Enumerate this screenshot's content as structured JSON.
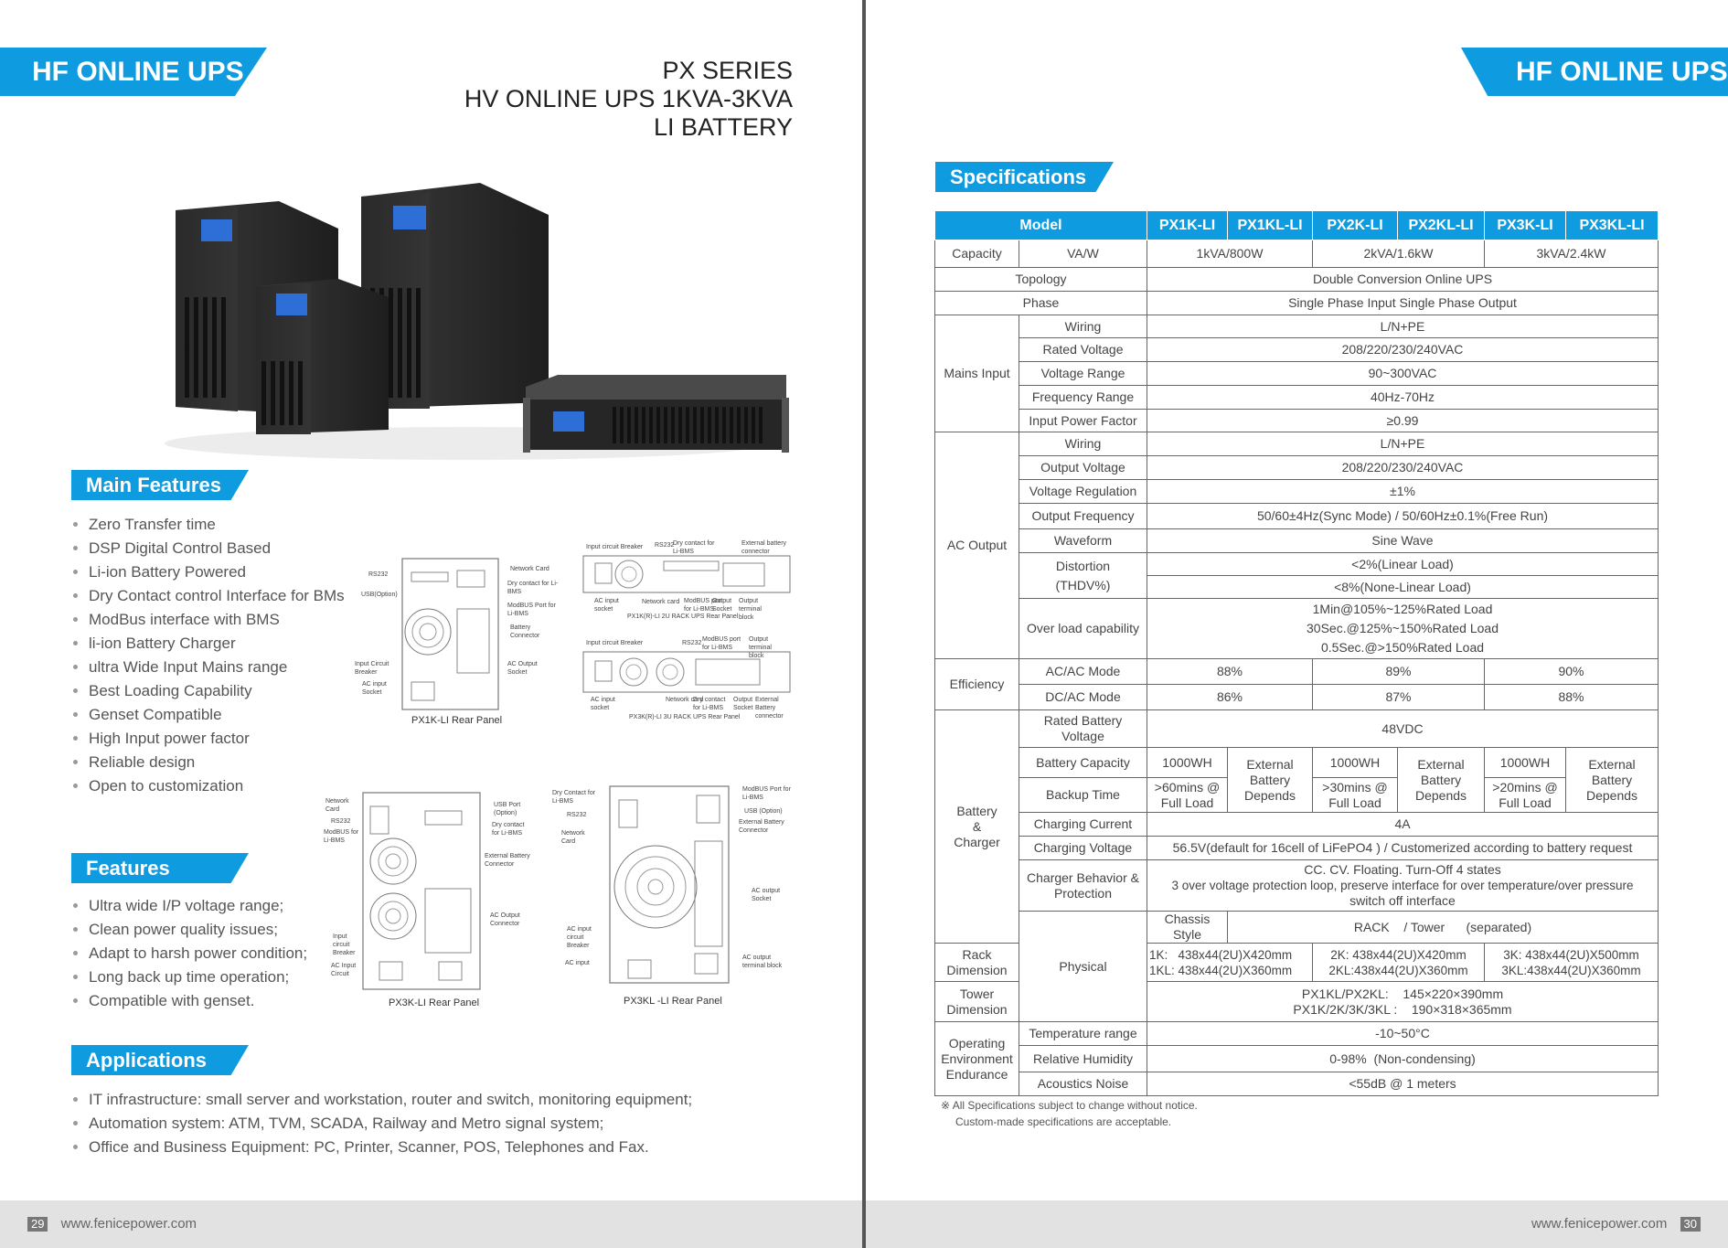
{
  "left": {
    "banner": "HF ONLINE UPS",
    "series_lines": [
      "PX SERIES",
      "HV ONLINE UPS 1KVA-3KVA",
      "LI BATTERY"
    ],
    "main_features": {
      "title": "Main Features",
      "items": [
        "Zero Transfer time",
        "DSP Digital Control Based",
        "Li-ion Battery Powered",
        "Dry Contact control Interface for BMs",
        "ModBus interface with BMS",
        "li-ion Battery Charger",
        "ultra Wide Input Mains range",
        "Best Loading Capability",
        "Genset Compatible",
        "High Input power factor",
        "Reliable design",
        "Open to customization"
      ]
    },
    "features": {
      "title": "Features",
      "items": [
        "Ultra wide I/P voltage range;",
        "Clean power quality issues;",
        "Adapt to harsh power condition;",
        "Long back up time operation;",
        "Compatible with genset."
      ]
    },
    "applications": {
      "title": "Applications",
      "items": [
        "IT infrastructure: small server and workstation, router and switch, monitoring equipment;",
        "Automation system: ATM, TVM, SCADA, Railway and Metro signal system;",
        "Office and Business Equipment: PC, Printer, Scanner, POS, Telephones and Fax."
      ]
    },
    "diagrams": {
      "px1k": {
        "caption": "PX1K-LI Rear Panel",
        "labels": [
          "RS232",
          "USB(Option)",
          "Network Card",
          "Dry contact for Li-BMS",
          "ModBUS Port for Li-BMS",
          "Battery Connector",
          "Input Circuit Breaker",
          "AC Output Socket",
          "AC input Socket"
        ]
      },
      "rack1": {
        "caption": "PX1K(R)-LI 2U RACK UPS Rear Panel",
        "labels": [
          "Input circuit Breaker",
          "RS232",
          "Dry contact for Li-BMS",
          "External battery connector",
          "AC input socket",
          "Network card",
          "ModBUS port for Li-BMS",
          "Output Socket",
          "Output terminal block"
        ]
      },
      "rack2": {
        "caption": "PX3K(R)-LI 3U RACK UPS Rear Panel",
        "labels": [
          "Input circuit Breaker",
          "RS232",
          "ModBUS port for Li-BMS",
          "Output terminal block",
          "AC input socket",
          "Network card",
          "Dry contact for Li-BMS",
          "Output Socket",
          "External Battery connector"
        ]
      },
      "px3k": {
        "caption": "PX3K-LI Rear Panel",
        "labels": [
          "Network Card",
          "RS232",
          "ModBUS for Li-BMS",
          "USB Port (Option)",
          "Dry contact for Li-BMS",
          "External Battery Connector",
          "AC Output Connector",
          "Input circuit Breaker",
          "AC Input Circuit"
        ]
      },
      "px3kl": {
        "caption": "PX3KL -LI Rear Panel",
        "labels": [
          "Dry Contact for Li-BMS",
          "RS232",
          "Network Card",
          "ModBUS Port for Li-BMS",
          "USB (Option)",
          "External Battery Connector",
          "AC output Socket",
          "AC input circuit Breaker",
          "AC input",
          "AC output terminal block"
        ]
      }
    },
    "footer": {
      "page": "29",
      "url": "www.fenicepower.com"
    }
  },
  "right": {
    "banner": "HF ONLINE UPS",
    "spec_title": "Specifications",
    "table": {
      "headers": [
        "Model",
        "PX1K-LI",
        "PX1KL-LI",
        "PX2K-LI",
        "PX2KL-LI",
        "PX3K-LI",
        "PX3KL-LI"
      ],
      "capacity": {
        "label": "Capacity",
        "unit": "VA/W",
        "v1": "1kVA/800W",
        "v2": "2kVA/1.6kW",
        "v3": "3kVA/2.4kW"
      },
      "topology": {
        "label": "Topology",
        "value": "Double Conversion Online UPS"
      },
      "phase": {
        "label": "Phase",
        "value": "Single Phase Input Single Phase Output"
      },
      "mains": {
        "group": "Mains Input",
        "wiring": "Wiring",
        "wiring_v": "L/N+PE",
        "rv": "Rated Voltage",
        "rv_v": "208/220/230/240VAC",
        "vr": "Voltage Range",
        "vr_v": "90~300VAC",
        "fr": "Frequency Range",
        "fr_v": "40Hz-70Hz",
        "pf": "Input Power Factor",
        "pf_v": "≥0.99"
      },
      "acout": {
        "group": "AC Output",
        "wiring": "Wiring",
        "wiring_v": "L/N+PE",
        "ov": "Output Voltage",
        "ov_v": "208/220/230/240VAC",
        "vreg": "Voltage Regulation",
        "vreg_v": "±1%",
        "of": "Output Frequency",
        "of_v": "50/60±4Hz(Sync Mode) / 50/60Hz±0.1%(Free Run)",
        "wf": "Waveform",
        "wf_v": "Sine Wave",
        "dist1": "Distortion",
        "dist2": "(THDV%)",
        "dist_v1": "<2%(Linear Load)",
        "dist_v2": "<8%(None-Linear Load)",
        "ol": "Over load capability",
        "ol_v1": "1Min@105%~125%Rated Load",
        "ol_v2": "30Sec.@125%~150%Rated Load",
        "ol_v3": "0.5Sec.@>150%Rated Load"
      },
      "eff": {
        "group": "Efficiency",
        "ac": "AC/AC Mode",
        "ac1": "88%",
        "ac2": "89%",
        "ac3": "90%",
        "dc": "DC/AC Mode",
        "dc1": "86%",
        "dc2": "87%",
        "dc3": "88%"
      },
      "battery": {
        "group1": "Battery",
        "group2": "&",
        "group3": "Charger",
        "rbv1": "Rated Battery",
        "rbv2": "Voltage",
        "rbv_v": "48VDC",
        "bc": "Battery Capacity",
        "bc1": "1000WH",
        "bc2": "1000WH",
        "bc3": "1000WH",
        "ext1": "External",
        "ext2": "Battery",
        "ext3": "Depends",
        "bt": "Backup Time",
        "bt1a": ">60mins @",
        "bt1b": "Full Load",
        "bt2a": ">30mins @",
        "bt2b": "Full Load",
        "bt3a": ">20mins @",
        "bt3b": "Full Load",
        "cc": "Charging Current",
        "cc_v": "4A",
        "cv": "Charging Voltage",
        "cv_v": "56.5V(default for 16cell of LiFePO4 ) / Customerized according to battery request",
        "cb1": "Charger Behavior &",
        "cb2": "Protection",
        "cb_v1": "CC. CV. Floating. Turn-Off 4 states",
        "cb_v2": "3 over voltage protection loop, preserve interface for over temperature/over pressure",
        "cb_v3": "switch off interface"
      },
      "physical": {
        "group": "Physical",
        "cs": "Chassis Style",
        "cs_v": "RACK    / Tower      (separated)",
        "rd": "Rack Dimension",
        "rd1a": "1K:   438x44(2U)X420mm",
        "rd1b": "1KL: 438x44(2U)X360mm",
        "rd2a": "2K: 438x44(2U)X420mm",
        "rd2b": "2KL:438x44(2U)X360mm",
        "rd3a": "3K: 438x44(2U)X500mm",
        "rd3b": "3KL:438x44(2U)X360mm",
        "td": "Tower Dimension",
        "td_v1": "PX1KL/PX2KL:    145×220×390mm",
        "td_v2": "PX1K/2K/3K/3KL :    190×318×365mm"
      },
      "env": {
        "group1": "Operating",
        "group2": "Environment",
        "group3": "Endurance",
        "tr": "Temperature range",
        "tr_v": "-10~50°C",
        "rh": "Relative Humidity",
        "rh_v": "0-98%  (Non-condensing)",
        "an": "Acoustics Noise",
        "an_v": "<55dB @ 1 meters"
      }
    },
    "note_line1": "※ All Specifications subject to change without notice.",
    "note_line2": "Custom-made specifications are acceptable.",
    "footer": {
      "page": "30",
      "url": "www.fenicepower.com"
    }
  },
  "colors": {
    "accent": "#0e9be0",
    "footer_bg": "#e2e2e2",
    "ups_body": "#2b2b2b",
    "lcd": "#2d6fd6"
  }
}
